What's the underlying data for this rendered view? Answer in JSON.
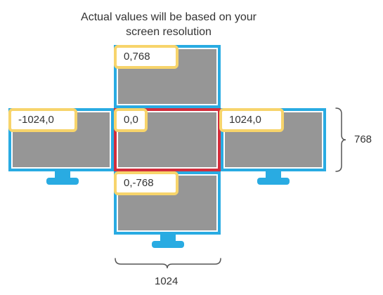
{
  "caption": {
    "line1": "Actual values will be based on your",
    "line2": "screen resolution"
  },
  "monitors": {
    "top": {
      "coords": "0,768"
    },
    "left": {
      "coords": "-1024,0"
    },
    "center": {
      "coords": "0,0"
    },
    "right": {
      "coords": "1024,0"
    },
    "bottom": {
      "coords": "0,-768"
    }
  },
  "dimensions": {
    "height": "768",
    "width": "1024"
  },
  "colors": {
    "monitor_frame": "#29abe2",
    "primary_frame": "#d22d3c",
    "screen": "#969696",
    "label_border": "#f7d46b"
  }
}
